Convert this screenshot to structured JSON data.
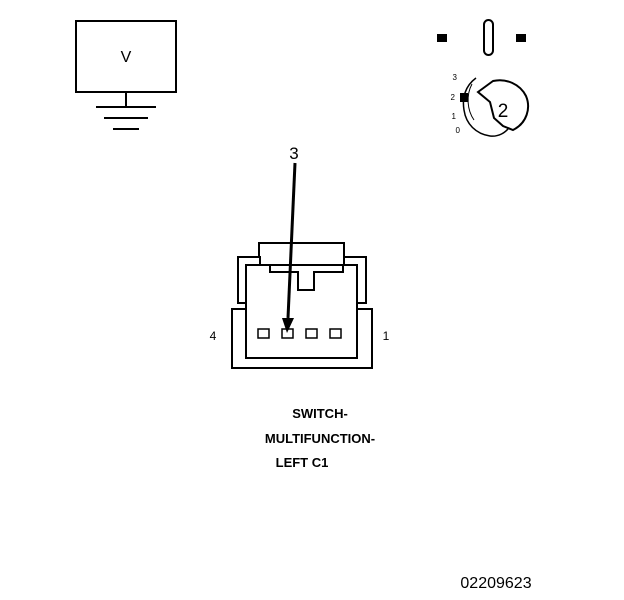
{
  "meter": {
    "label": "V"
  },
  "selector": {
    "positions": [
      "3",
      "2",
      "1",
      "0"
    ],
    "selected": "2"
  },
  "connector": {
    "pin_callout": "3",
    "pin_left": "4",
    "pin_right": "1",
    "caption": [
      "SWITCH-",
      "MULTIFUNCTION-",
      "LEFT C1"
    ]
  },
  "figure_id": "02209623"
}
